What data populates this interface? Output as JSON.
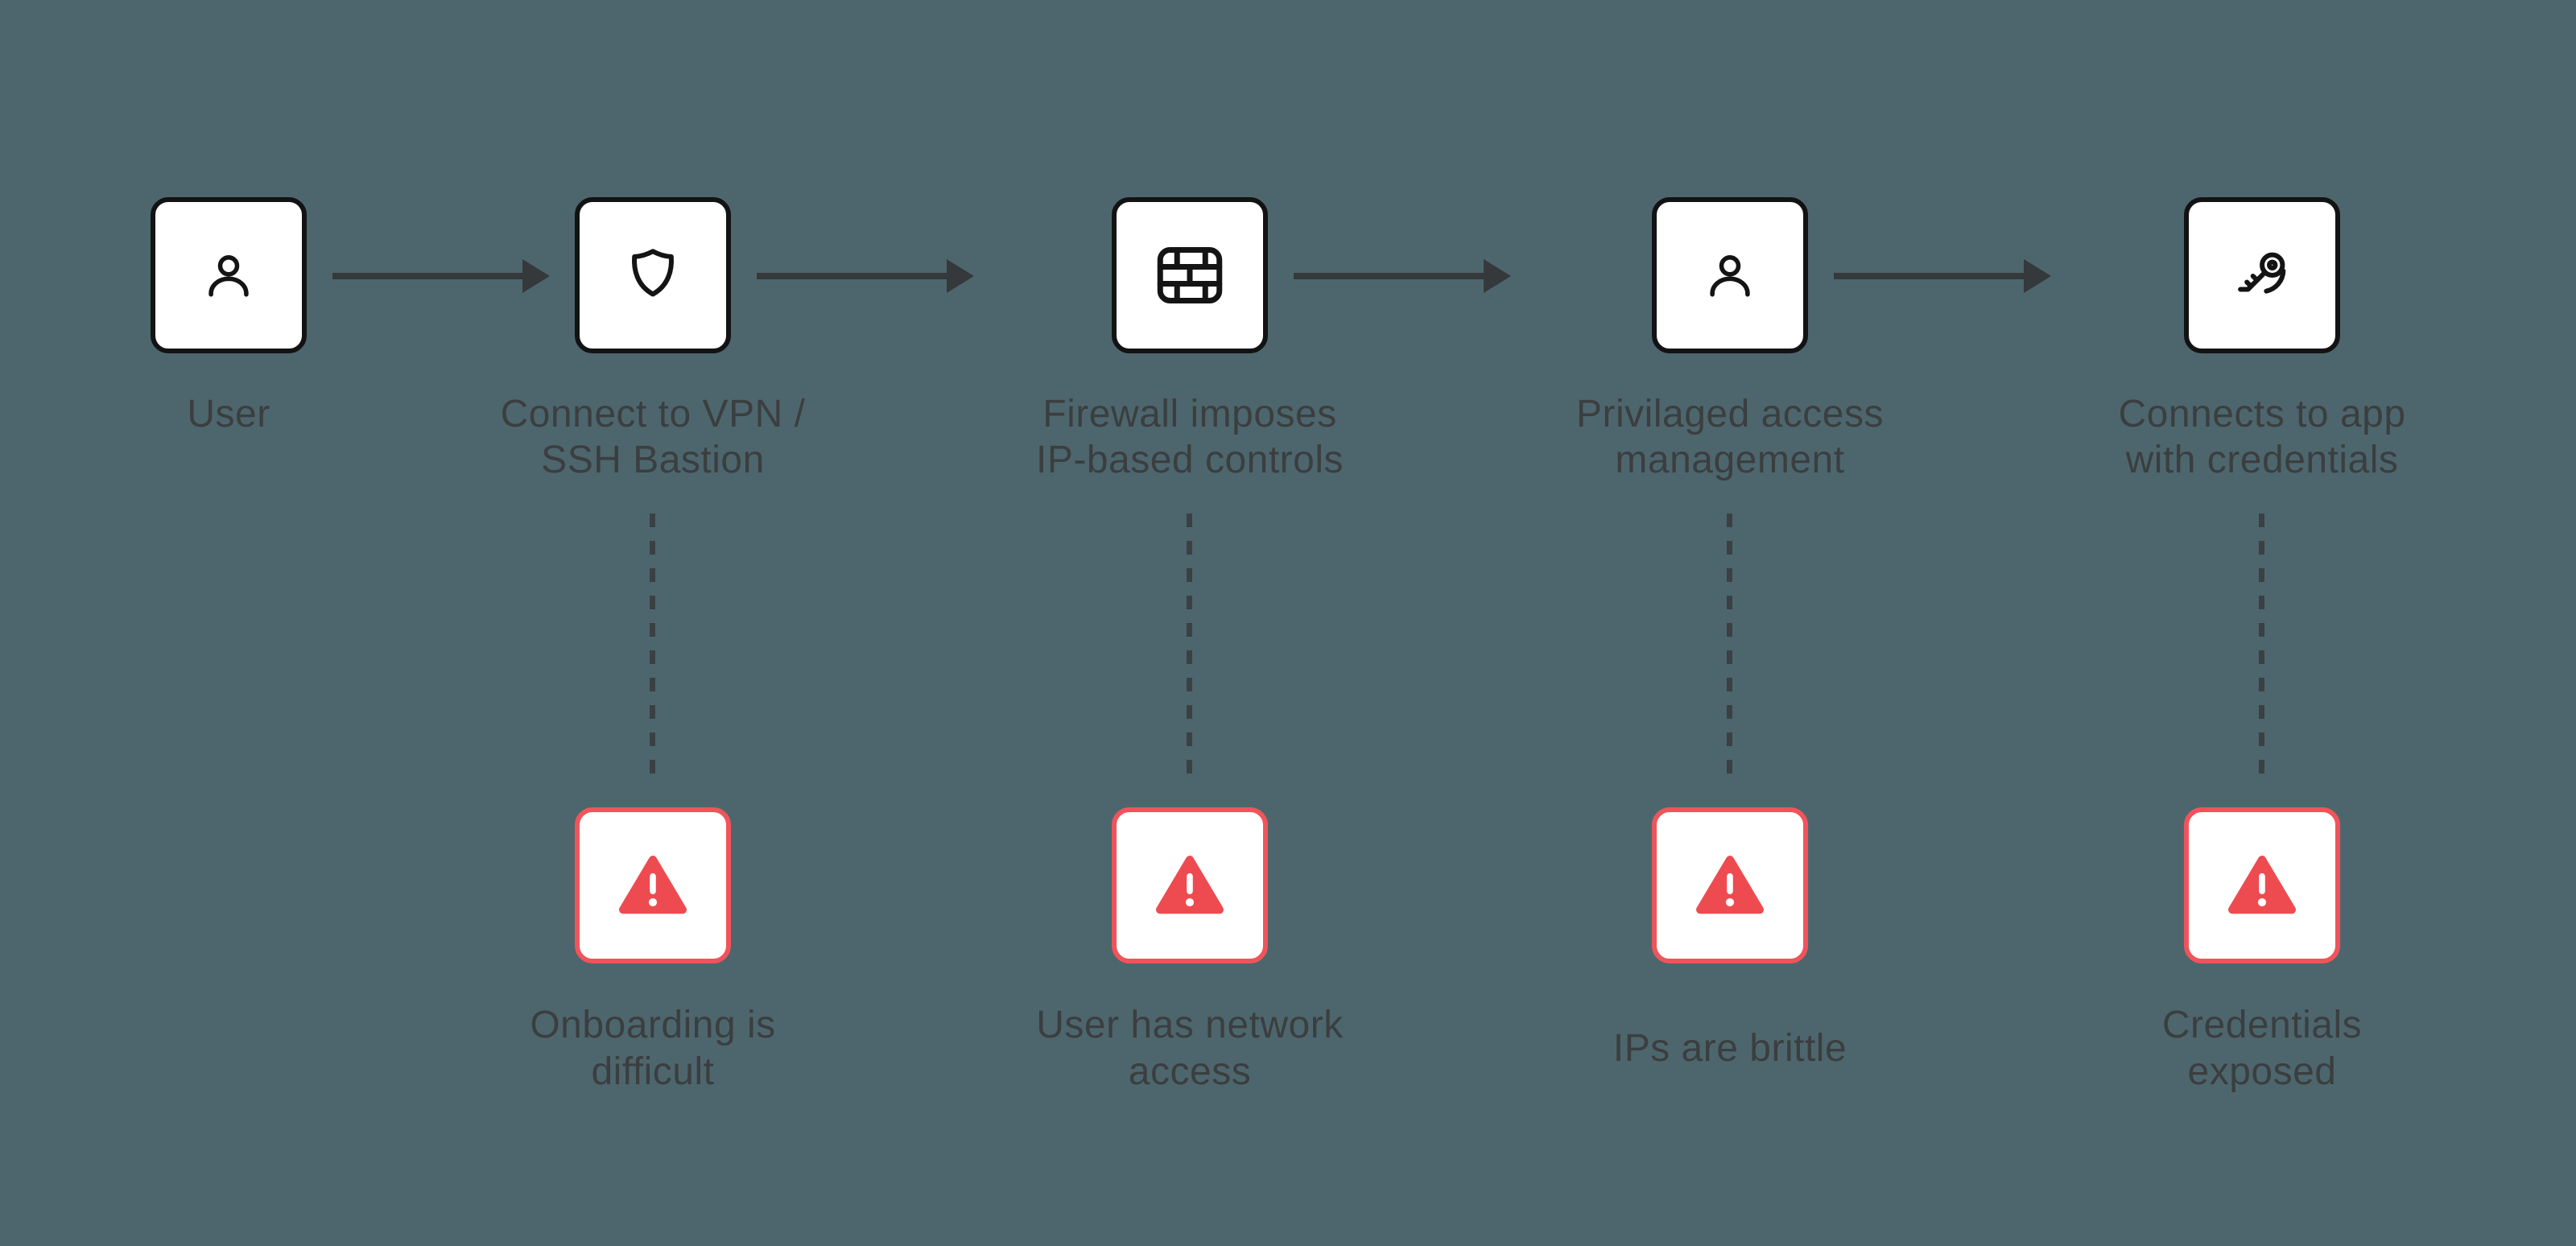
{
  "background_color": "#4d666d",
  "palette": {
    "box_border": "#131313",
    "box_fill": "#ffffff",
    "arrow": "#35393b",
    "connector_dash": "#3a4043",
    "text": "#3b3e3f",
    "alert_red": "#ee4b51",
    "alert_box_border": "#f0545a"
  },
  "steps": [
    {
      "label": "User",
      "icon": "user-icon"
    },
    {
      "label": "Connect to VPN /\nSSH Bastion",
      "icon": "shield-icon"
    },
    {
      "label": "Firewall imposes\nIP-based controls",
      "icon": "brick-wall-icon"
    },
    {
      "label": "Privilaged access\nmanagement",
      "icon": "user-icon"
    },
    {
      "label": "Connects to app\nwith credentials",
      "icon": "key-icon"
    }
  ],
  "warnings": [
    {
      "label": "Onboarding is\ndifficult",
      "icon": "warning-triangle-icon",
      "attached_to_step": 2
    },
    {
      "label": "User has network\naccess",
      "icon": "warning-triangle-icon",
      "attached_to_step": 3
    },
    {
      "label": "IPs are brittle",
      "icon": "warning-triangle-icon",
      "attached_to_step": 4
    },
    {
      "label": "Credentials\nexposed",
      "icon": "warning-triangle-icon",
      "attached_to_step": 5
    }
  ]
}
